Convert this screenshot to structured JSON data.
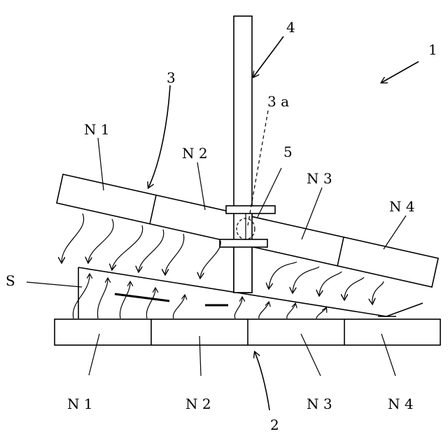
{
  "labels": {
    "device": "1",
    "lower_magnet": "2",
    "upper_magnet": "3",
    "upper_magnet_axis": "3 a",
    "shaft": "4",
    "pivot": "5",
    "gap": "S",
    "upper_poles": [
      "N 1",
      "N 2",
      "N 3",
      "N 4"
    ],
    "lower_poles": [
      "N 1",
      "N 2",
      "N 3",
      "N 4"
    ]
  }
}
